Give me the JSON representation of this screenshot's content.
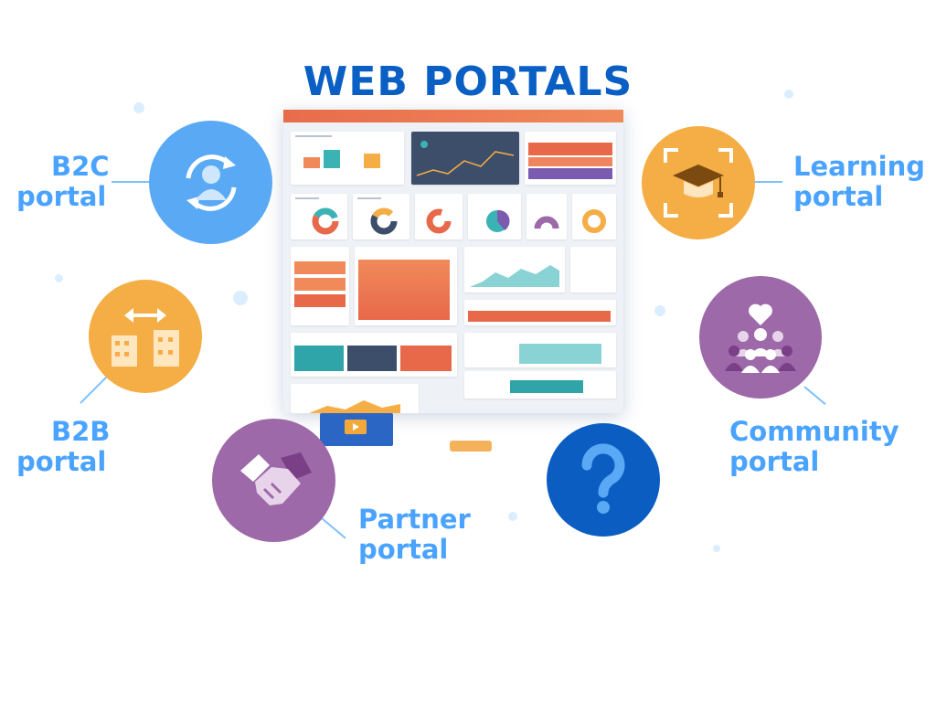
{
  "title": "WEB PORTALS",
  "portals": {
    "b2c": {
      "line1": "B2C",
      "line2": "portal",
      "icon": "user-refresh-icon",
      "color": "#5aa9f5"
    },
    "b2b": {
      "line1": "B2B",
      "line2": "portal",
      "icon": "buildings-arrow-icon",
      "color": "#f5ad45"
    },
    "partner": {
      "line1": "Partner",
      "line2": "portal",
      "icon": "handshake-icon",
      "color": "#9d69a8"
    },
    "help": {
      "icon": "question-mark-icon",
      "color": "#0b5dc2"
    },
    "learning": {
      "line1": "Learning",
      "line2": "portal",
      "icon": "graduation-cap-icon",
      "color": "#f5ad45"
    },
    "community": {
      "line1": "Community",
      "line2": "portal",
      "icon": "community-heart-icon",
      "color": "#9d69a8"
    }
  },
  "colors": {
    "title": "#0a5fc4",
    "label": "#4aa3ff",
    "dash_accent": "#e86c4b"
  }
}
